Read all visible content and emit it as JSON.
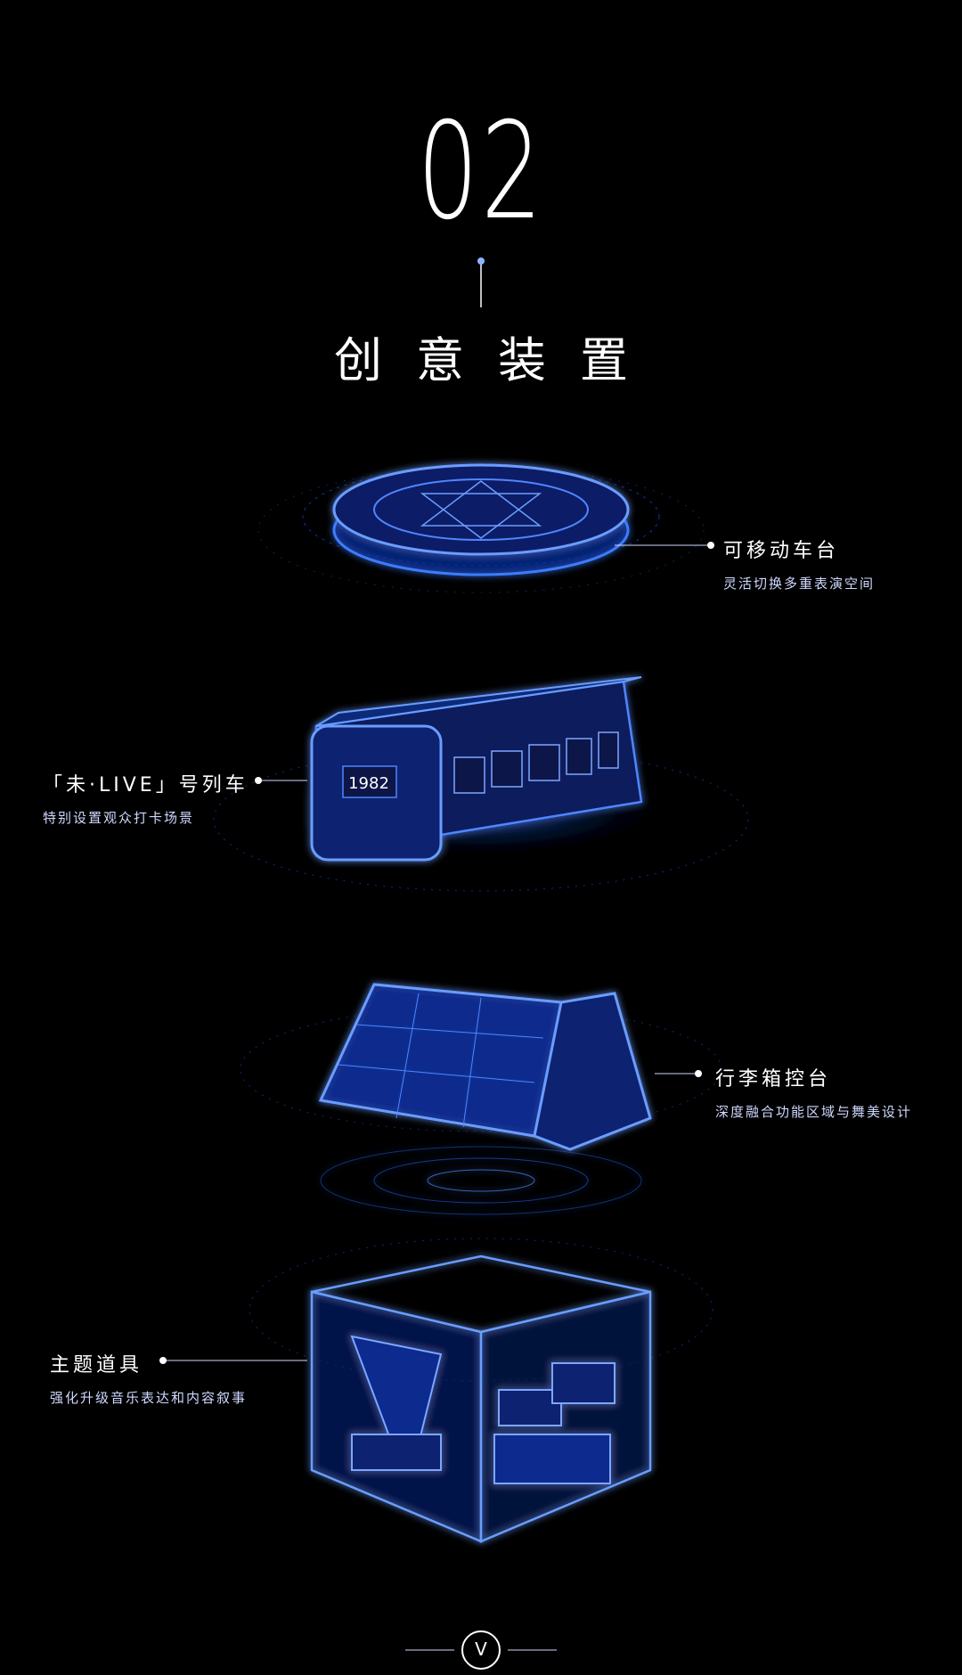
{
  "header": {
    "number": "02",
    "title": "创意装置"
  },
  "items": [
    {
      "title": "可移动车台",
      "subtitle": "灵活切换多重表演空间"
    },
    {
      "title": "「未·LIVE」号列车",
      "subtitle": "特别设置观众打卡场景",
      "train_number": "1982"
    },
    {
      "title": "行李箱控台",
      "subtitle": "深度融合功能区域与舞美设计"
    },
    {
      "title": "主题道具",
      "subtitle": "强化升级音乐表达和内容叙事"
    }
  ],
  "footer": {
    "logo_letter": "V"
  },
  "colors": {
    "background": "#000000",
    "glow": "#1f5cff",
    "line": "#5a8bff",
    "text": "#ffffff"
  }
}
